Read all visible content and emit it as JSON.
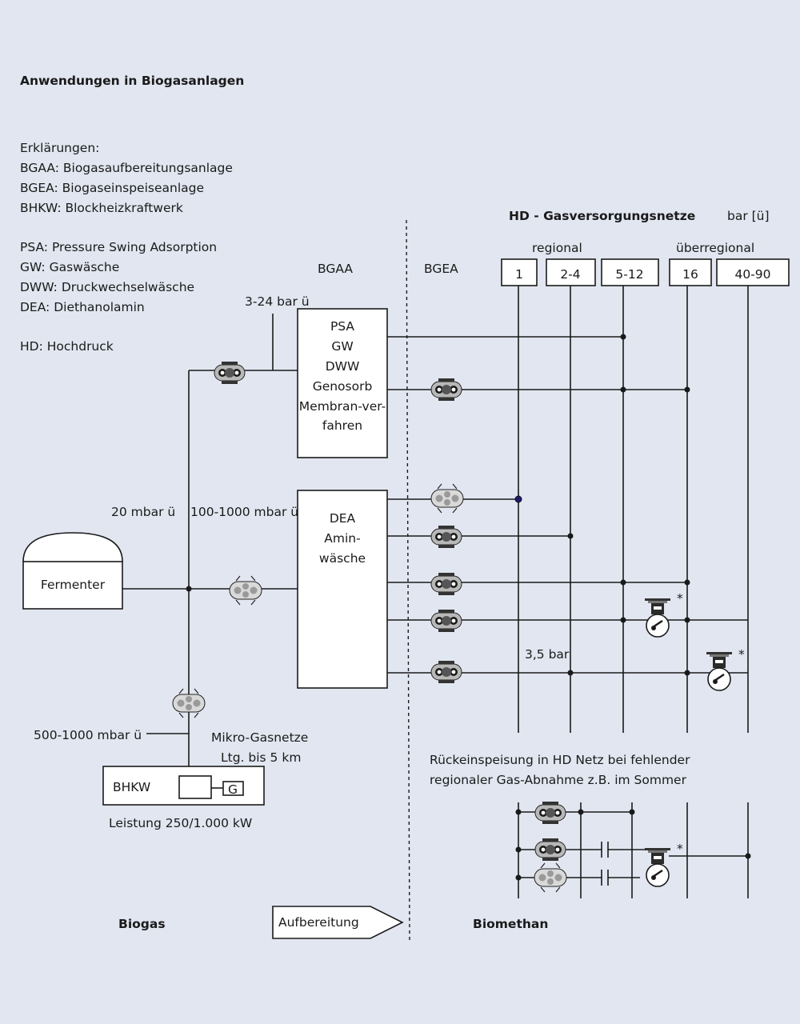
{
  "title": "Anwendungen in Biogasanlagen",
  "legend": [
    "Erklärungen:",
    "BGAA: Biogasaufbereitungsanlage",
    "BGEA: Biogaseinspeiseanlage",
    "BHKW: Blockheizkraftwerk",
    "PSA: Pressure Swing Adsorption",
    "GW: Gaswäsche",
    "DWW: Druckwechselwäsche",
    "DEA: Diethanolamin",
    "HD: Hochdruck"
  ],
  "header": {
    "hd_networks": "HD - Gasversorgungsnetze",
    "bar_unit": "bar [ü]",
    "regional": "regional",
    "ueberregional": "überregional",
    "bgaa": "BGAA",
    "bgea": "BGEA"
  },
  "pressure_levels": [
    "1",
    "2-4",
    "5-12",
    "16",
    "40-90"
  ],
  "labels": {
    "p_3_24": "3-24 bar ü",
    "p_20mbar": "20 mbar ü",
    "p_100_1000": "100-1000 mbar ü",
    "p_500_1000": "500-1000 mbar ü",
    "p_3_5": "3,5 bar",
    "mikro_1": "Mikro-Gasnetze",
    "mikro_2": "Ltg. bis 5 km",
    "fermenter": "Fermenter",
    "bhkw": "BHKW",
    "generator": "G",
    "leistung": "Leistung 250/1.000 kW",
    "star": "*",
    "rueck_1": "Rückeinspeisung in HD Netz bei fehlender",
    "rueck_2": "regionaler Gas-Abnahme z.B. im Sommer"
  },
  "process_box_1": [
    "PSA",
    "GW",
    "DWW",
    "Genosorb",
    "Membran-ver-",
    "fahren"
  ],
  "process_box_2": [
    "DEA",
    "Amin-",
    "wäsche"
  ],
  "footer": {
    "biogas": "Biogas",
    "aufbereitung": "Aufbereitung",
    "biomethan": "Biomethan"
  }
}
